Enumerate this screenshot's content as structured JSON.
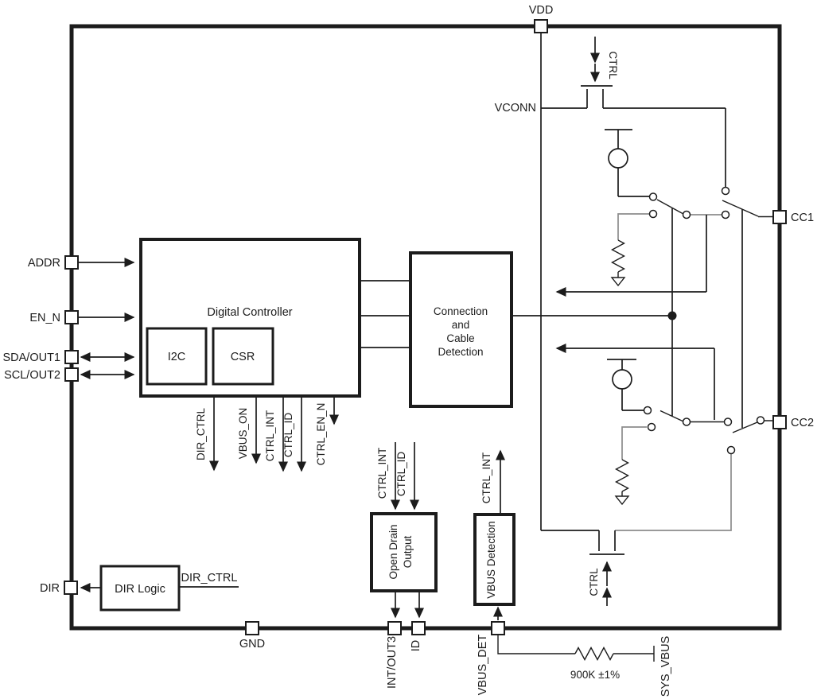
{
  "pins": {
    "vdd": "VDD",
    "addr": "ADDR",
    "en_n": "EN_N",
    "sda_out1": "SDA/OUT1",
    "scl_out2": "SCL/OUT2",
    "dir": "DIR",
    "gnd": "GND",
    "int_out3": "INT/OUT3",
    "id": "ID",
    "vbus_det": "VBUS_DET",
    "cc1": "CC1",
    "cc2": "CC2"
  },
  "blocks": {
    "digital_controller": "Digital Controller",
    "i2c": "I2C",
    "csr": "CSR",
    "connection_lines": [
      "Connection",
      "and",
      "Cable",
      "Detection"
    ],
    "open_drain_lines": [
      "Open Drain",
      "Output"
    ],
    "vbus_detection": "VBUS Detection",
    "dir_logic": "DIR Logic"
  },
  "signals": {
    "vconn": "VCONN",
    "ctrl": "CTRL",
    "dir_ctrl": "DIR_CTRL",
    "vbus_on": "VBUS_ON",
    "ctrl_int": "CTRL_INT",
    "ctrl_id": "CTRL_ID",
    "ctrl_en_n": "CTRL_EN_N",
    "sys_vbus": "SYS_VBUS",
    "resistor_value": "900K ±1%"
  },
  "colors": {
    "wire": "#1c1c1c",
    "dim_wire": "#8c8c8c"
  }
}
